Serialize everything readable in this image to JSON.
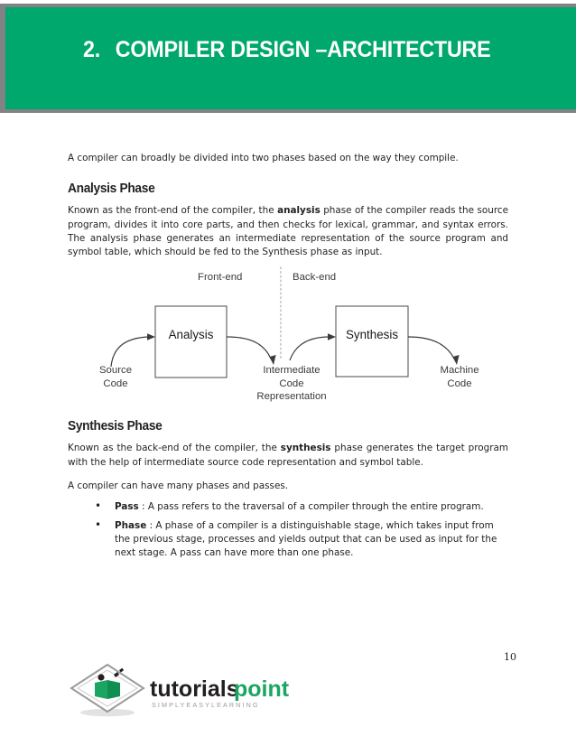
{
  "banner": {
    "number": "2.",
    "title": "COMPILER DESIGN –ARCHITECTURE",
    "green": "#00a86e",
    "border": "#808285"
  },
  "content": {
    "lead": "A compiler can broadly be divided into two phases based on the way they compile.",
    "analysis": {
      "heading": "Analysis Phase",
      "paragraph_part1": "Known as the front-end of the compiler, the ",
      "paragraph_bold": "analysis",
      "paragraph_part2": " phase of the compiler reads the source program, divides it into core parts, and then checks for lexical, grammar, and syntax errors. The analysis phase generates an intermediate representation of the source program and symbol table, which should be fed to the Synthesis phase as input."
    },
    "synthesis": {
      "heading": "Synthesis Phase",
      "paragraph_part1": "Known as the back-end of the compiler, the ",
      "paragraph_bold": "synthesis",
      "paragraph_part2": " phase generates the target program with the help of intermediate source code representation and symbol table.",
      "paragraph2": "A compiler can have many phases and passes."
    },
    "bullets": [
      {
        "term": "Pass",
        "separator": " : ",
        "text": "A pass refers to the traversal of a compiler through the entire program."
      },
      {
        "term": "Phase",
        "separator": " : ",
        "text": "A phase of a compiler is a distinguishable stage, which takes input from the previous stage, processes and yields output that can be used as input for the next stage. A pass can have more than one phase."
      }
    ]
  },
  "diagram": {
    "front_end": "Front-end",
    "back_end": "Back-end",
    "analysis_box": "Analysis",
    "synthesis_box": "Synthesis",
    "source_code": "Source\nCode",
    "source_code_line1": "Source",
    "source_code_line2": "Code",
    "machine_code_line1": "Machine",
    "machine_code_line2": "Code",
    "intermediate_line1": "Intermediate",
    "intermediate_line2": "Code",
    "intermediate_line3": "Representation",
    "divider": "dotted-vertical-line",
    "stroke": "#3b3b3b"
  },
  "footer": {
    "page_number": "10",
    "logo_text_dark": "tutorials",
    "logo_text_green": "point",
    "logo_tagline": "S I M P L Y E A S Y L E A R N I N G",
    "logo_green": "#1aa562",
    "logo_dark": "#231f20"
  }
}
